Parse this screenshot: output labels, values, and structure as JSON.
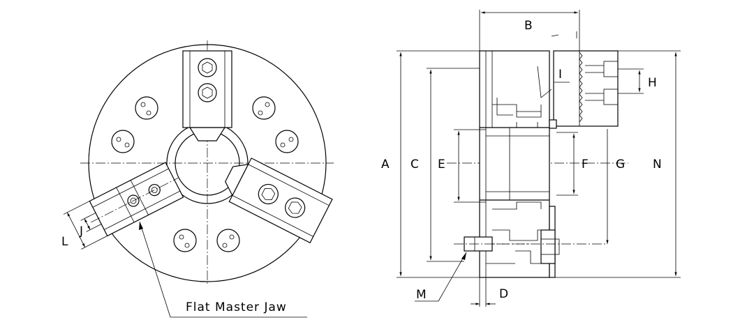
{
  "front_view": {
    "callout": "Flat Master Jaw",
    "dim_L": "L",
    "dim_J": "J"
  },
  "side_view": {
    "dim_A": "A",
    "dim_B": "B",
    "dim_C": "C",
    "dim_D": "D",
    "dim_E": "E",
    "dim_F": "F",
    "dim_G": "G",
    "dim_H": "H",
    "dim_I": "I",
    "dim_M": "M",
    "dim_N": "N"
  }
}
